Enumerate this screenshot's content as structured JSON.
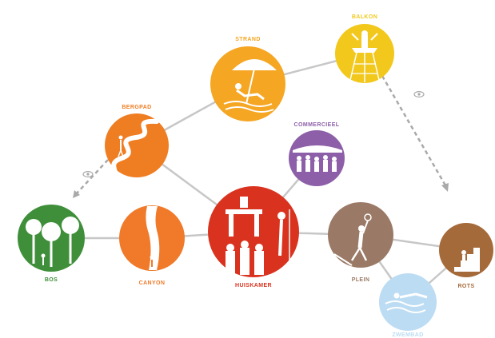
{
  "diagram": {
    "nodes": [
      {
        "key": "balkon",
        "label": "BALKON",
        "color": "#f2c81c",
        "icon": "lookout-tower-icon"
      },
      {
        "key": "strand",
        "label": "STRAND",
        "color": "#f5a623",
        "icon": "beach-umbrella-icon"
      },
      {
        "key": "bergpad",
        "label": "BERGPAD",
        "color": "#ef7d22",
        "icon": "mountain-path-icon"
      },
      {
        "key": "commercieel",
        "label": "COMMERCIEEL",
        "color": "#8c5fa8",
        "icon": "shopping-crowd-icon"
      },
      {
        "key": "bos",
        "label": "BOS",
        "color": "#3f8f3a",
        "icon": "forest-icon"
      },
      {
        "key": "canyon",
        "label": "CANYON",
        "color": "#f07a2a",
        "icon": "canyon-icon"
      },
      {
        "key": "huiskamer",
        "label": "HUISKAMER",
        "color": "#d9331f",
        "icon": "living-room-icon"
      },
      {
        "key": "plein",
        "label": "PLEIN",
        "color": "#9a7a66",
        "icon": "basketball-player-icon"
      },
      {
        "key": "zwembad",
        "label": "ZWEMBAD",
        "color": "#bcdcf3",
        "icon": "swimmer-icon"
      },
      {
        "key": "rots",
        "label": "ROTS",
        "color": "#a56a3a",
        "icon": "rock-stairs-icon"
      }
    ],
    "view_links": [
      {
        "from": "bergpad",
        "to": "bos",
        "icon": "eye-icon"
      },
      {
        "from": "balkon",
        "to": "rots",
        "icon": "eye-icon"
      }
    ],
    "colors": {
      "connector": "#c7c7c7",
      "view_link": "#a9a9a9",
      "background": "#ffffff"
    }
  }
}
